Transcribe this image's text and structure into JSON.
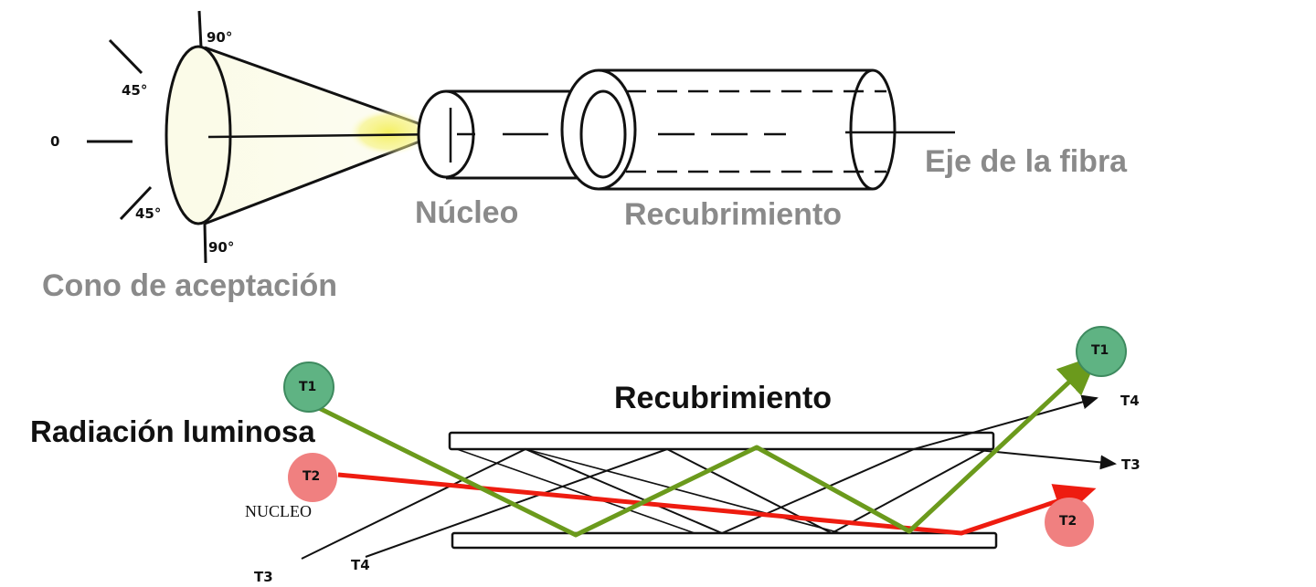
{
  "top_diagram": {
    "angles": {
      "top_90": "90°",
      "upper_45": "45°",
      "zero": "0",
      "lower_45": "45°",
      "bottom_90": "90°"
    },
    "acceptance_cone_label": "Cono de aceptación",
    "core_label": "Núcleo",
    "cladding_label": "Recubrimiento",
    "axis_label": "Eje de la fibra"
  },
  "bottom_diagram": {
    "cladding_label": "Recubrimiento",
    "light_label": "Radiación luminosa",
    "core_label": "NUCLEO",
    "rays": {
      "t1_in": "T1",
      "t2_in": "T2",
      "t3_in": "T3",
      "t4_in": "T4",
      "t1_out": "T1",
      "t2_out": "T2",
      "t3_out": "T3",
      "t4_out": "T4"
    }
  },
  "colors": {
    "green_ray": "#6b9a1c",
    "red_ray": "#ee1c10",
    "green_badge": "#5fb383",
    "red_badge": "#f08080",
    "gray_label": "#8a8a8a",
    "cone_glow": "#f4ef5a"
  }
}
